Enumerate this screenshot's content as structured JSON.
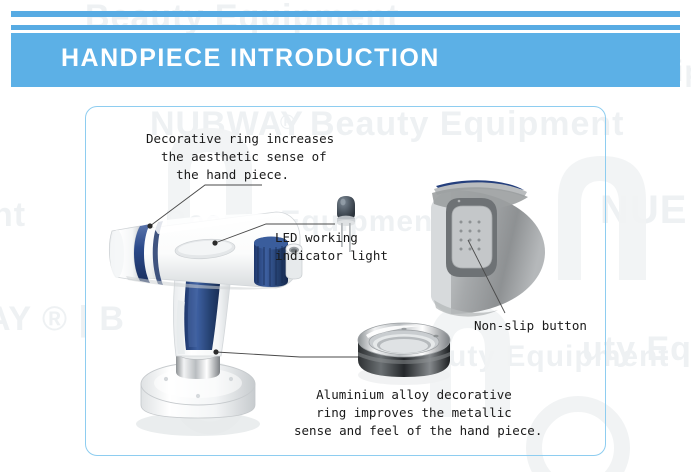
{
  "header": {
    "title": "HANDPIECE INTRODUCTION",
    "bar_color": "#5cb0e6",
    "accent_line_color": "#57abe3"
  },
  "frame": {
    "border_color": "#8ecdf0"
  },
  "callouts": [
    {
      "id": "decorative-ring",
      "text": "Decorative ring increases\n  the aesthetic sense of\n    the hand piece."
    },
    {
      "id": "led-indicator",
      "text": "LED working\nindicator light"
    },
    {
      "id": "non-slip-button",
      "text": "Non-slip button"
    },
    {
      "id": "aluminium-ring",
      "text": "Aluminium alloy decorative\nring improves the metallic\nsense and feel of the hand piece."
    }
  ],
  "watermarks": {
    "brand": "NUBWAY",
    "registered": "®",
    "separator": "|",
    "tagline": "Beauty Equipment",
    "fragment_left_top": "nt",
    "fragment_left_bottom": "AY ® | B",
    "fragment_right_top": "NUE",
    "fragment_right_bottom": "uty Eq",
    "color": "#eef1f3"
  },
  "artwork": {
    "handpiece_label": "spray-gun-handpiece",
    "led_label": "led-bulb",
    "grip_label": "rubber-grip-closeup",
    "ring_label": "aluminium-ring",
    "body_color": "#ffffff",
    "accent_blue": "#2b4a8b",
    "metal_gray": "#9a9a9a",
    "shadow_gray": "#d8dada"
  }
}
